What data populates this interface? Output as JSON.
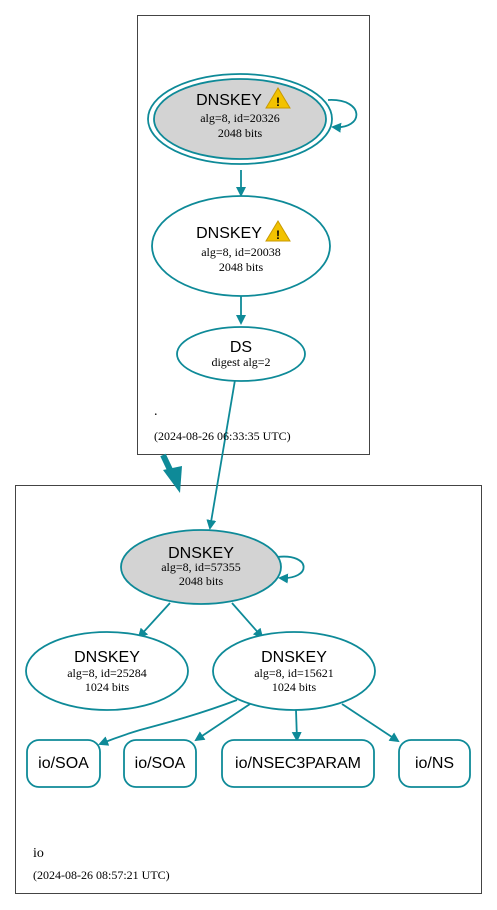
{
  "colors": {
    "edge": "#0e8a98",
    "node_border": "#0e8a98",
    "ksk_fill": "#d3d3d3",
    "warning_fill": "#f2c200",
    "zone_border": "#444444"
  },
  "zones": {
    "root": {
      "name": ".",
      "timestamp": "(2024-08-26 06:33:35 UTC)"
    },
    "io": {
      "name": "io",
      "timestamp": "(2024-08-26 08:57:21 UTC)"
    }
  },
  "nodes": {
    "root_ksk": {
      "title": "DNSKEY",
      "line1": "alg=8, id=20326",
      "line2": "2048 bits",
      "icon": "warning-icon"
    },
    "root_zsk": {
      "title": "DNSKEY",
      "line1": "alg=8, id=20038",
      "line2": "2048 bits",
      "icon": "warning-icon"
    },
    "io_ds": {
      "title": "DS",
      "line1": "digest alg=2"
    },
    "io_ksk": {
      "title": "DNSKEY",
      "line1": "alg=8, id=57355",
      "line2": "2048 bits"
    },
    "io_zsk1": {
      "title": "DNSKEY",
      "line1": "alg=8, id=25284",
      "line2": "1024 bits"
    },
    "io_zsk2": {
      "title": "DNSKEY",
      "line1": "alg=8, id=15621",
      "line2": "1024 bits"
    },
    "rr_soa1": {
      "label": "io/SOA"
    },
    "rr_soa2": {
      "label": "io/SOA"
    },
    "rr_nsec3param": {
      "label": "io/NSEC3PARAM"
    },
    "rr_ns": {
      "label": "io/NS"
    }
  }
}
